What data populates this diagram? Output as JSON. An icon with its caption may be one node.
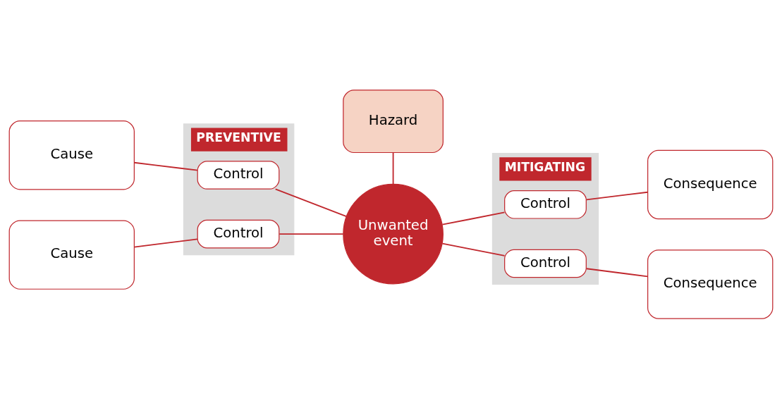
{
  "diagram": {
    "nodes": [
      {
        "text": [
          "PREVENTIVE"
        ]
      },
      {
        "text": [
          "Hazard"
        ]
      },
      {
        "text": [
          "MITIGATING"
        ]
      },
      {
        "text": [
          "Cause"
        ]
      },
      {
        "text": [
          "Control"
        ],
        "in": 0
      },
      {
        "text": [
          "Unwanted event"
        ]
      },
      {
        "text": [
          "Control"
        ],
        "in": 2
      },
      {
        "text": [
          "Consequence"
        ]
      },
      {
        "text": [
          "Cause"
        ]
      },
      {
        "text": [
          "Control"
        ],
        "in": 0
      },
      {
        "text": [
          "Control"
        ],
        "in": 2
      },
      {
        "text": [
          "Consequence"
        ]
      }
    ],
    "edges": [
      {
        "from": 1,
        "to": 5,
        "arrow": "none"
      },
      {
        "from": 3,
        "to": 4,
        "arrow": "none"
      },
      {
        "from": 4,
        "to": 5,
        "arrow": "none"
      },
      {
        "from": 8,
        "to": 9,
        "arrow": "none"
      },
      {
        "from": 9,
        "to": 5,
        "arrow": "none"
      },
      {
        "from": 5,
        "to": 6,
        "arrow": "none"
      },
      {
        "from": 6,
        "to": 7,
        "arrow": "none"
      },
      {
        "from": 5,
        "to": 10,
        "arrow": "none"
      },
      {
        "from": 10,
        "to": 11,
        "arrow": "none"
      }
    ]
  }
}
